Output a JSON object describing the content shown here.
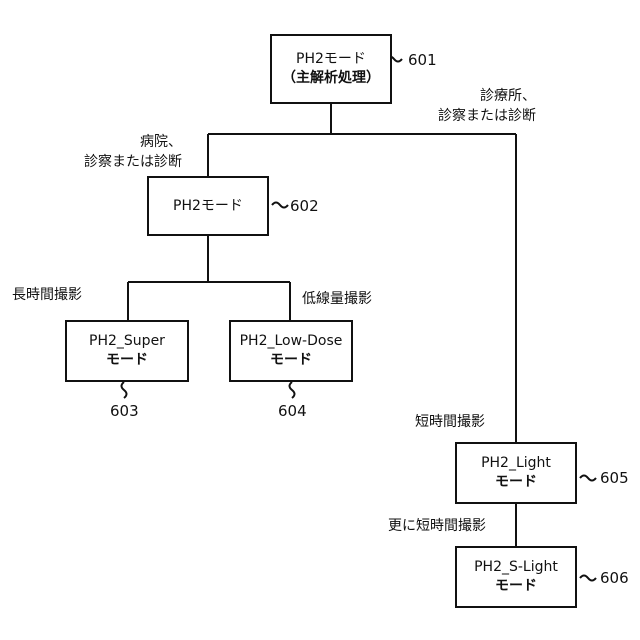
{
  "nodes": {
    "n601": {
      "line1": "PH2モード",
      "line2": "（主解析処理）",
      "ref": "601"
    },
    "n602": {
      "line1": "PH2モード",
      "ref": "602"
    },
    "n603": {
      "line1": "PH2_Super",
      "line2": "モード",
      "ref": "603"
    },
    "n604": {
      "line1": "PH2_Low-Dose",
      "line2": "モード",
      "ref": "604"
    },
    "n605": {
      "line1": "PH2_Light",
      "line2": "モード",
      "ref": "605"
    },
    "n606": {
      "line1": "PH2_S-Light",
      "line2": "モード",
      "ref": "606"
    }
  },
  "edges": {
    "clinic": {
      "line1": "診療所、",
      "line2": "診察または診断"
    },
    "hospital": {
      "line1": "病院、",
      "line2": "診察または診断"
    },
    "long_time": "長時間撮影",
    "low_dose": "低線量撮影",
    "short_time": "短時間撮影",
    "shorter_time": "更に短時間撮影"
  }
}
